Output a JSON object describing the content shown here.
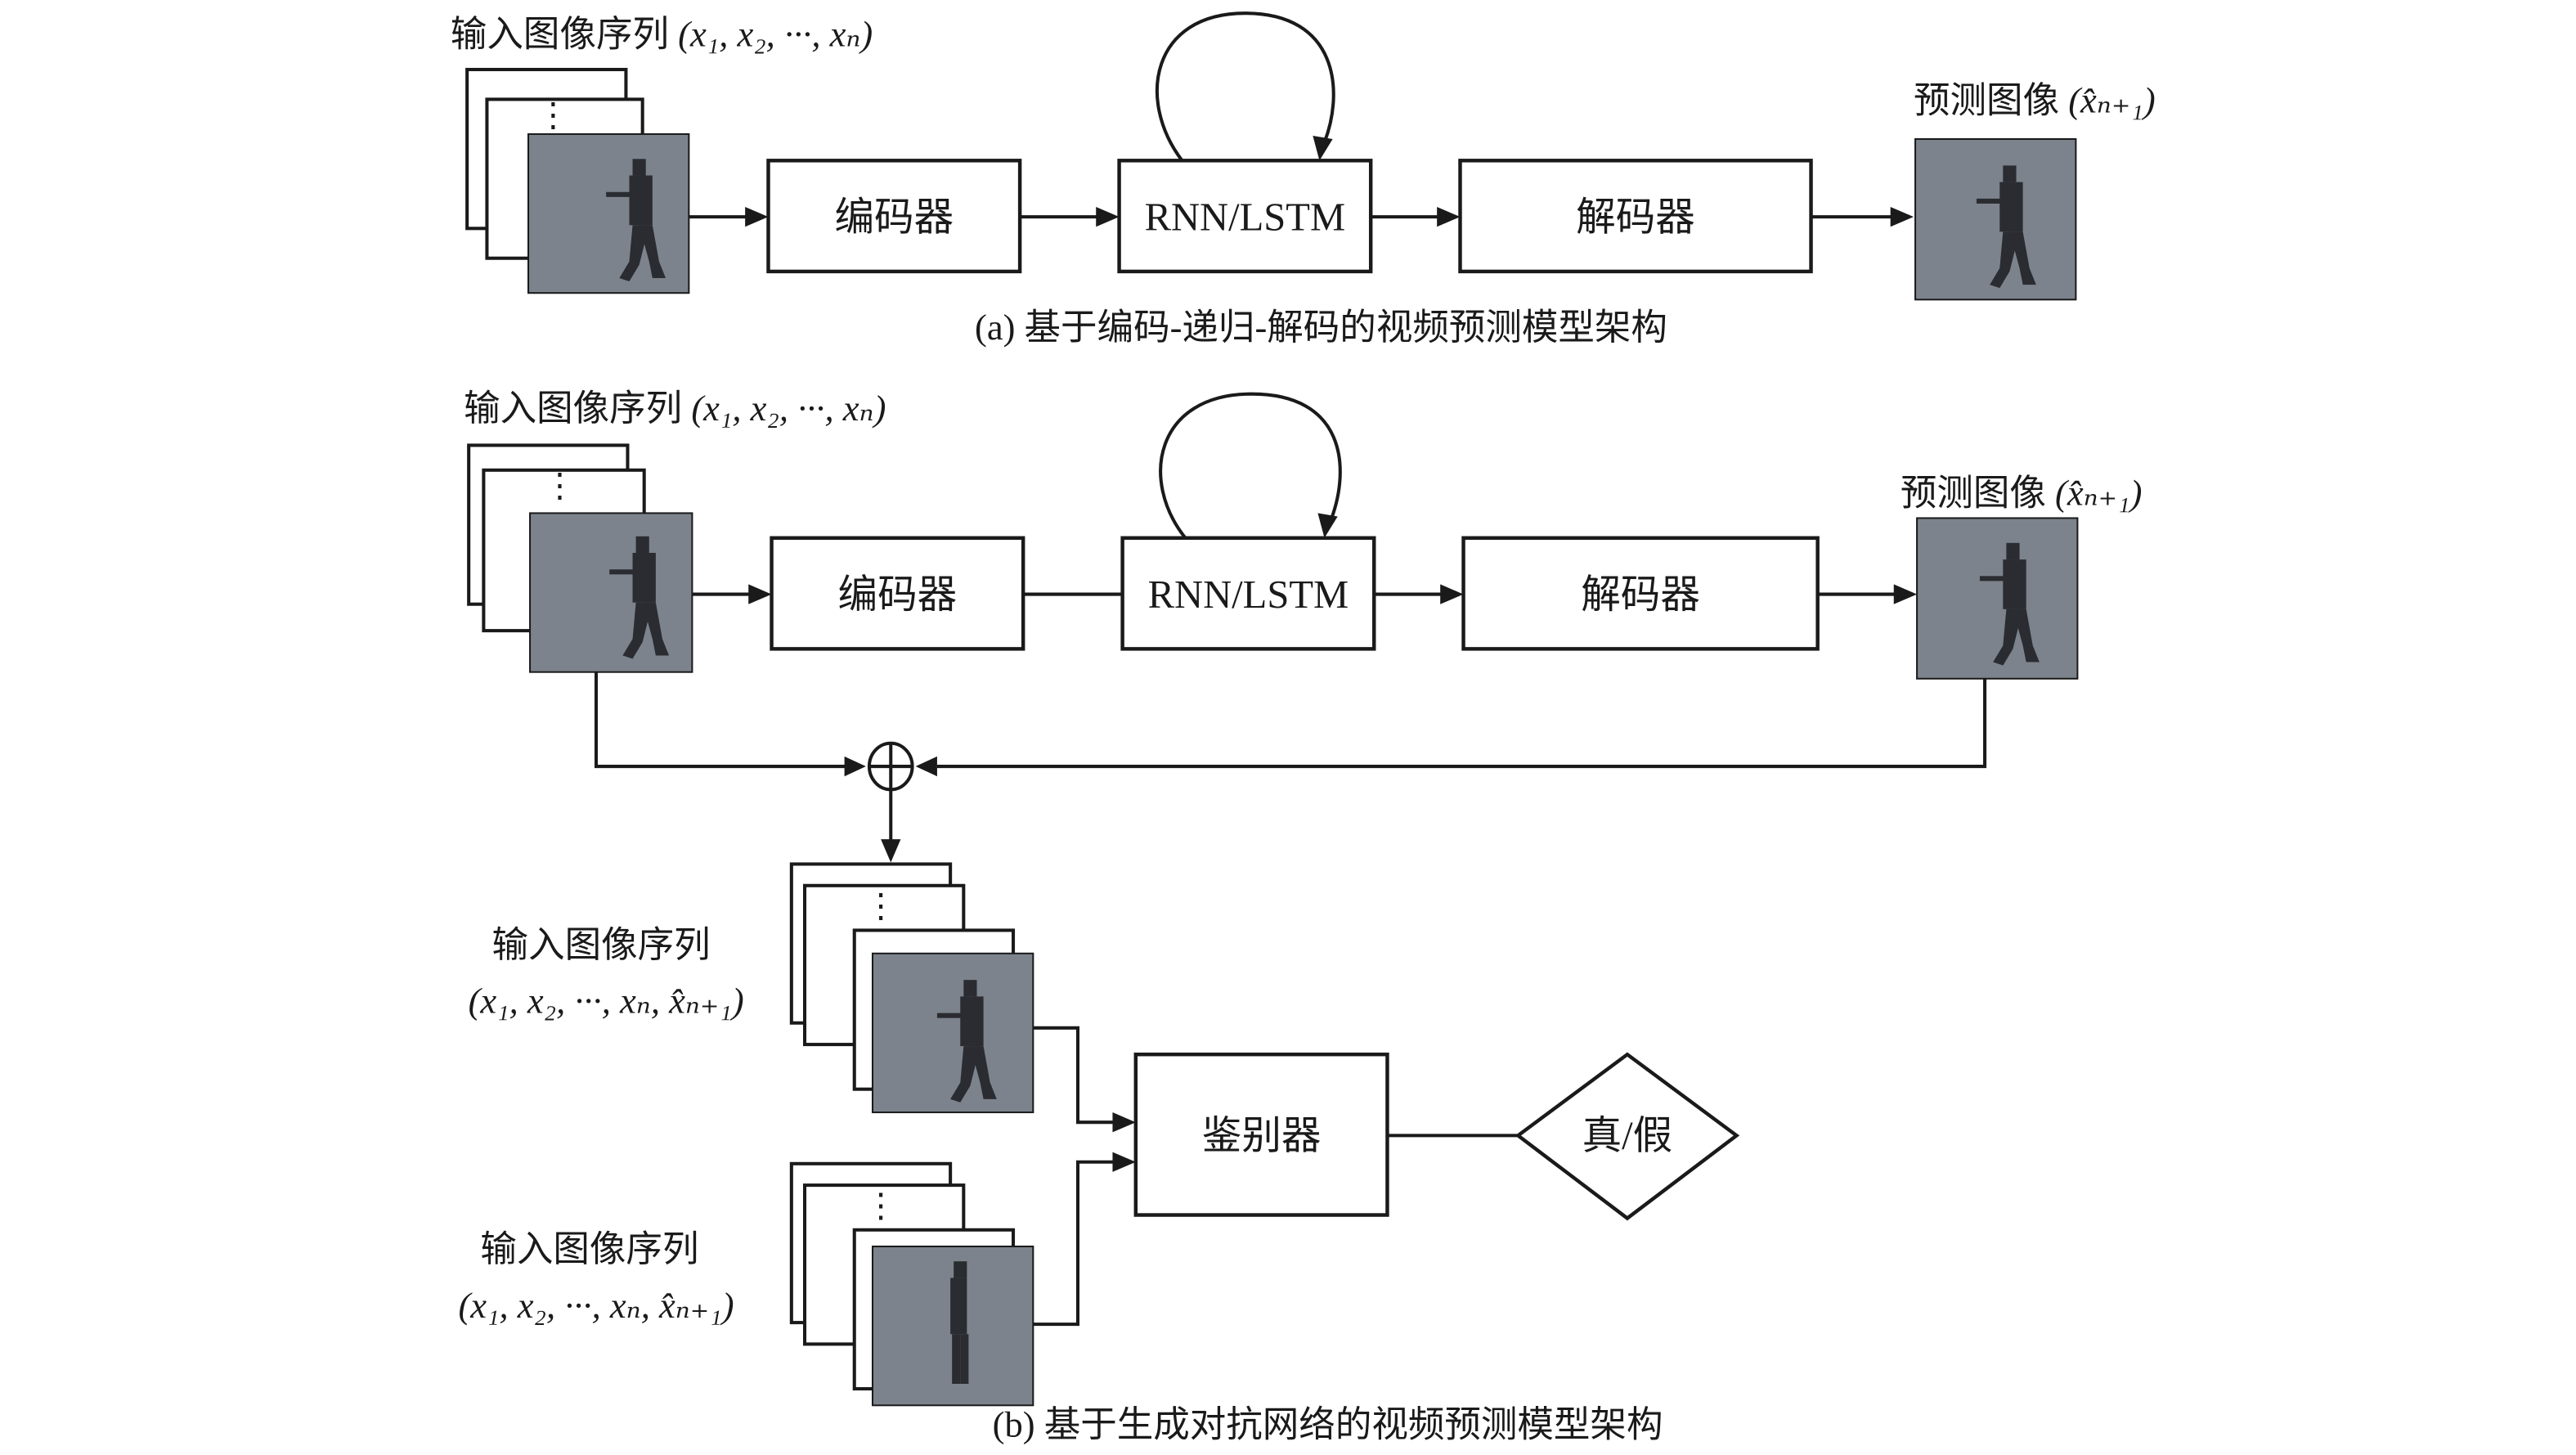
{
  "figure": {
    "part_a": {
      "caption": "(a) 基于编码-递归-解码的视频预测模型架构",
      "input_label": "输入图像序列",
      "input_math": "(x₁, x₂, ···, xₙ)",
      "encoder": "编码器",
      "recurrent": "RNN/LSTM",
      "decoder": "解码器",
      "output_label": "预测图像",
      "output_math": "(x̂ₙ₊₁)",
      "ellipsis": "⋮"
    },
    "part_b": {
      "caption": "(b) 基于生成对抗网络的视频预测模型架构",
      "input_label": "输入图像序列",
      "input_math": "(x₁, x₂, ···, xₙ)",
      "encoder": "编码器",
      "recurrent": "RNN/LSTM",
      "decoder": "解码器",
      "output_label": "预测图像",
      "output_math": "(x̂ₙ₊₁)",
      "combine_symbol": "⊕",
      "seq1_label": "输入图像序列",
      "seq1_math": "(x₁, x₂, ···, xₙ, x̂ₙ₊₁)",
      "seq2_label": "输入图像序列",
      "seq2_math": "(x₁, x₂, ···, xₙ, x̂ₙ₊₁)",
      "discriminator": "鉴别器",
      "decision": "真/假",
      "ellipsis": "⋮"
    },
    "colors": {
      "line": "#1a1a1a",
      "photo_bg": "#7d838c",
      "person": "#2a2c31"
    }
  }
}
